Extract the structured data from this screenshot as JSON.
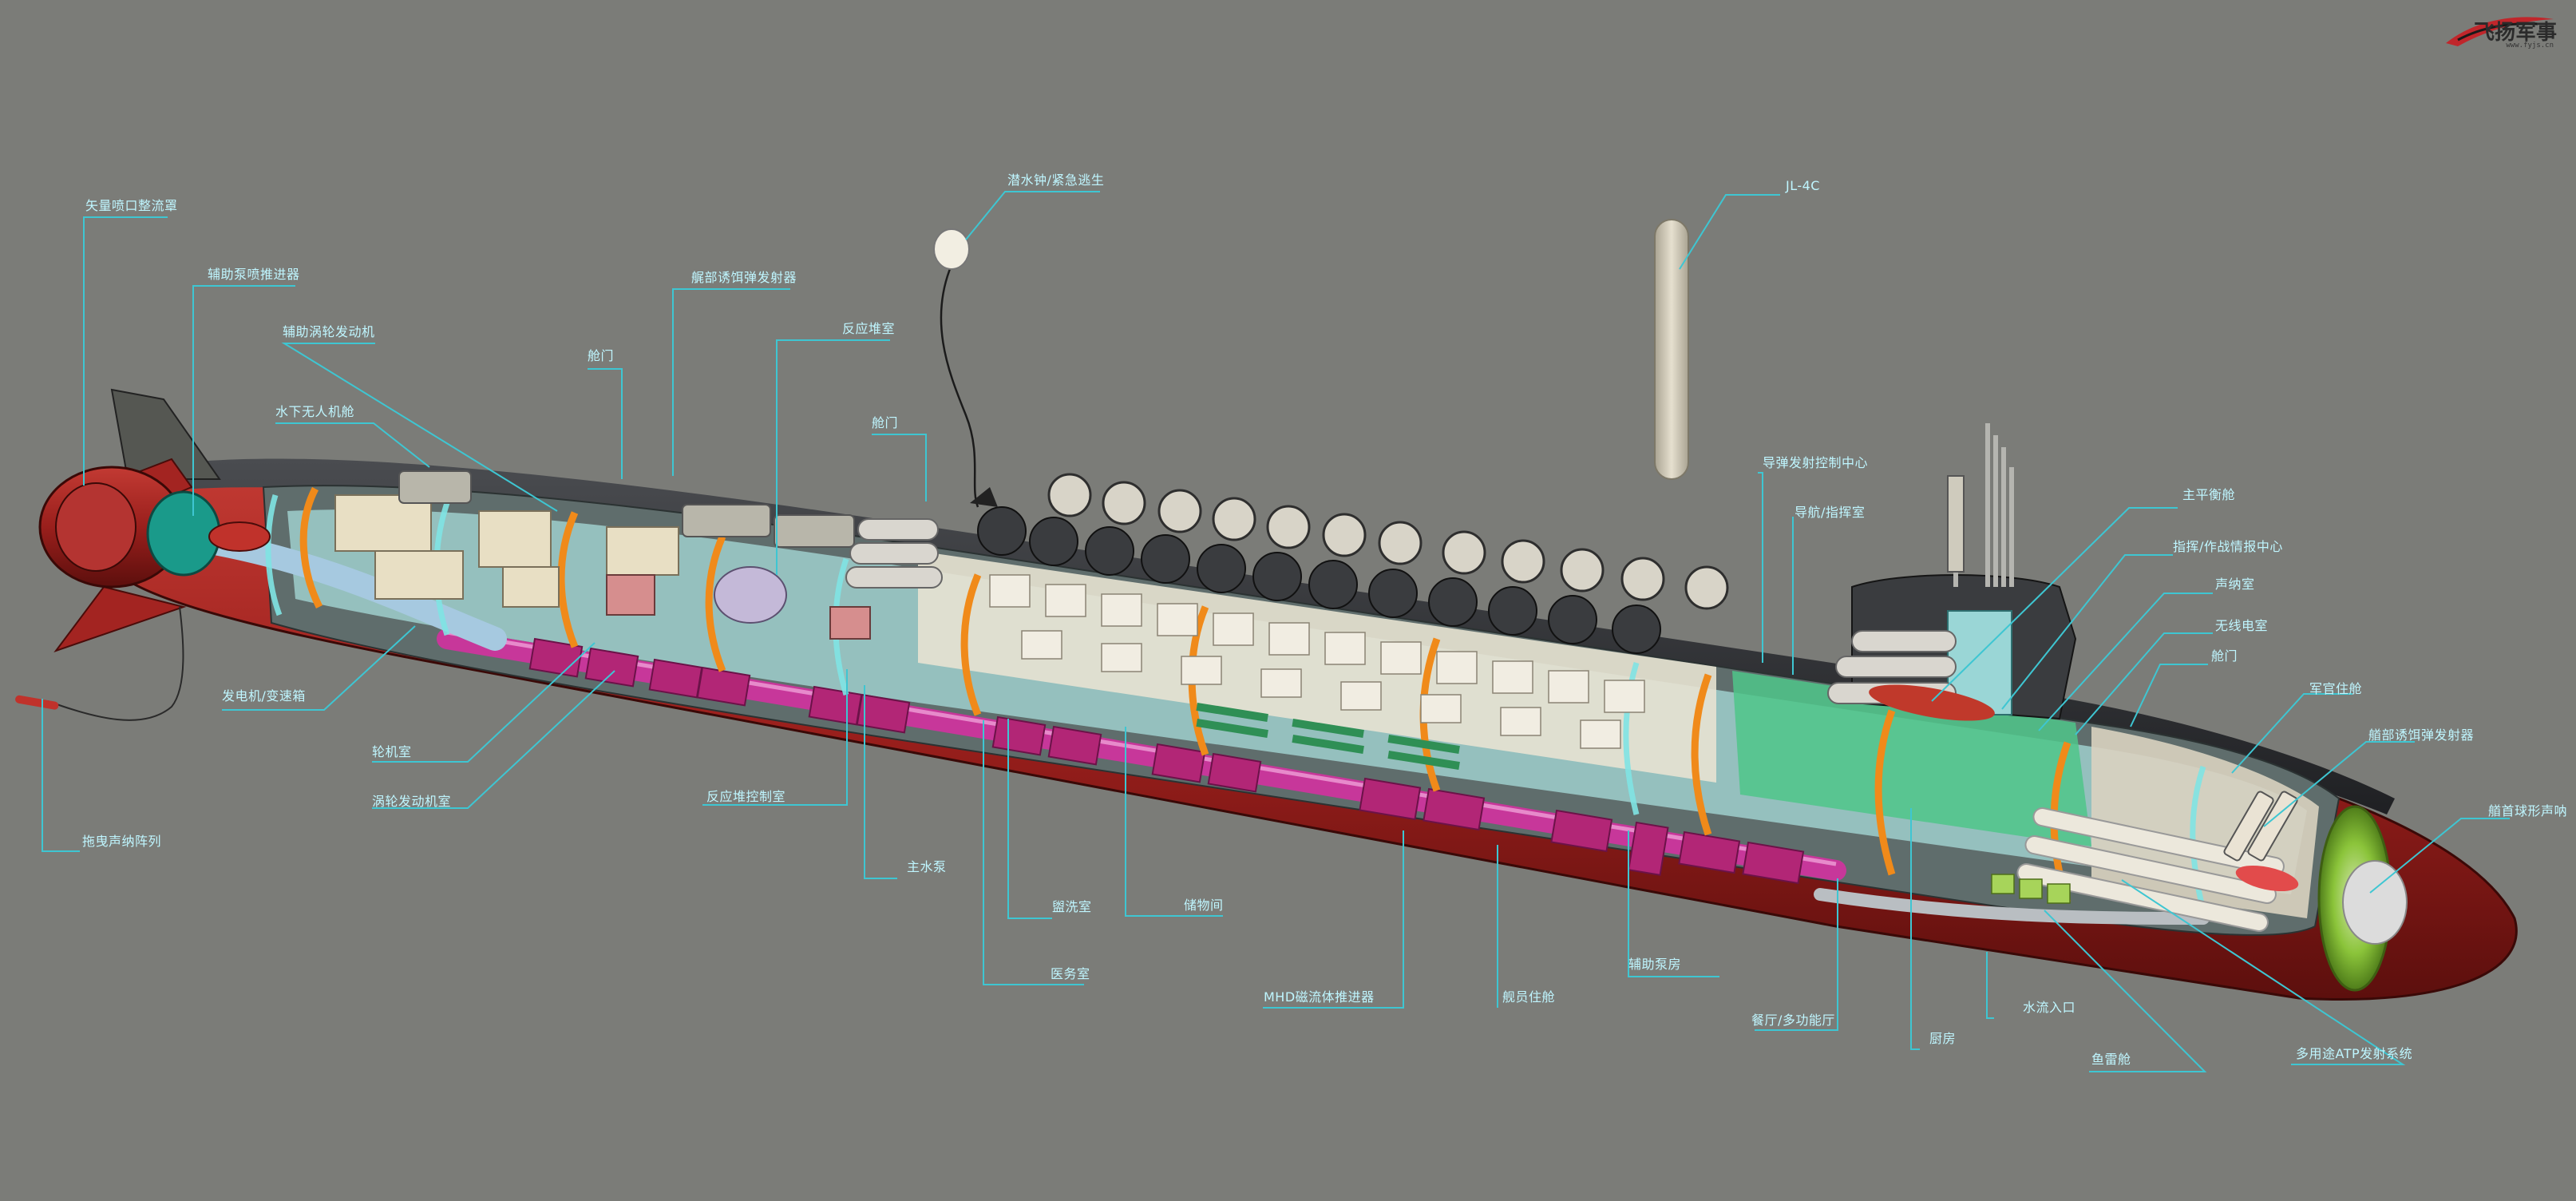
{
  "watermark": {
    "text": "飞扬军事",
    "sub": "www.fyjs.cn"
  },
  "colors": {
    "background": "#7b7c78",
    "leader": "#3ec6d2",
    "label": "#bff6ff",
    "hull_red": "#9a1f1c",
    "deck_dark": "#2e3033",
    "propulsor_pink": "#c7379a",
    "frame_orange": "#f08a1a",
    "bow_green": "#7cb82c"
  },
  "labels": {
    "l1": "矢量喷口整流罩",
    "l2": "辅助泵喷推进器",
    "l3": "辅助涡轮发动机",
    "l4": "水下无人机舱",
    "l5": "艉部诱饵弹发射器",
    "l6": "舱门",
    "l7": "反应堆室",
    "l8": "舱门",
    "l9": "潜水钟/紧急逃生",
    "l10": "JL-4C",
    "l11": "导弹发射控制中心",
    "l12": "导航/指挥室",
    "l13": "主平衡舱",
    "l14": "指挥/作战情报中心",
    "l15": "声纳室",
    "l16": "无线电室",
    "l17": "舱门",
    "l18": "军官住舱",
    "l19": "艏部诱饵弹发射器",
    "l20": "艏首球形声呐",
    "l21": "发电机/变速箱",
    "l22": "轮机室",
    "l23": "涡轮发动机室",
    "l24": "拖曳声纳阵列",
    "l25": "反应堆控制室",
    "l26": "主水泵",
    "l27": "盥洗室",
    "l28": "医务室",
    "l29": "储物间",
    "l30": "MHD磁流体推进器",
    "l31": "舰员住舱",
    "l32": "辅助泵房",
    "l33": "餐厅/多功能厅",
    "l34": "厨房",
    "l35": "水流入口",
    "l36": "鱼雷舱",
    "l37": "多用途ATP发射系统"
  }
}
